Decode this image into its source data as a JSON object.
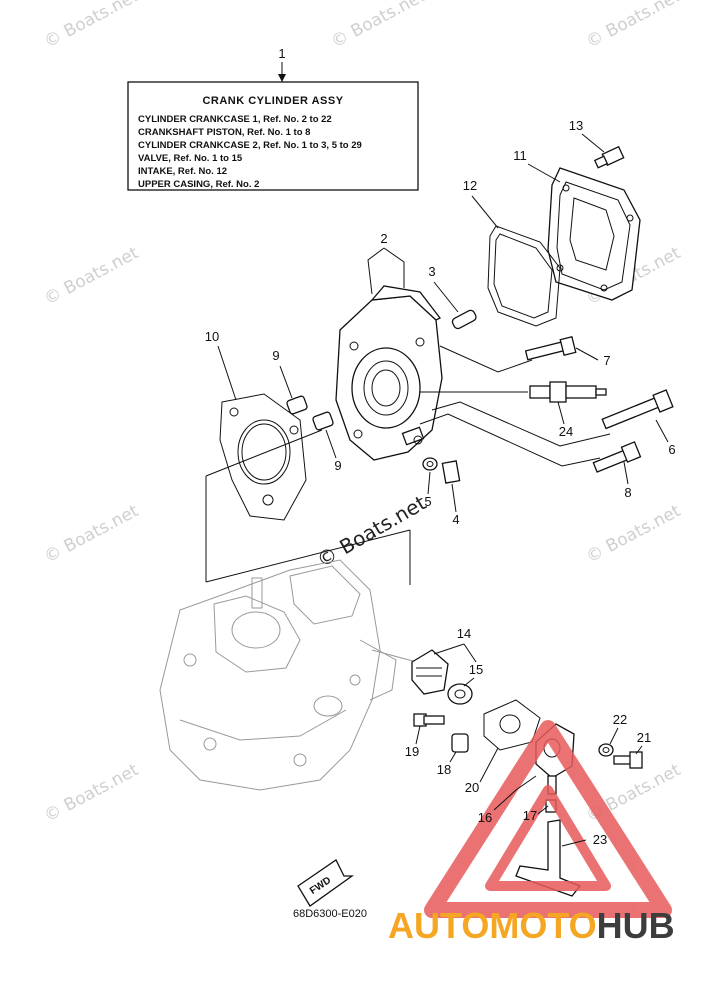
{
  "info_box": {
    "title": "CRANK CYLINDER ASSY",
    "lines": [
      "CYLINDER CRANKCASE 1, Ref. No. 2 to 22",
      "CRANKSHAFT PISTON,    Ref. No. 1 to 8",
      "CYLINDER CRANKCASE 2, Ref. No. 1 to 3, 5 to 29",
      "VALVE,  Ref. No. 1 to 15",
      "INTAKE, Ref. No. 12",
      "UPPER CASING, Ref. No. 2"
    ]
  },
  "callouts": [
    {
      "id": "c1",
      "label": "1"
    },
    {
      "id": "c2",
      "label": "2"
    },
    {
      "id": "c3",
      "label": "3"
    },
    {
      "id": "c4",
      "label": "4"
    },
    {
      "id": "c5",
      "label": "5"
    },
    {
      "id": "c6",
      "label": "6"
    },
    {
      "id": "c7",
      "label": "7"
    },
    {
      "id": "c8",
      "label": "8"
    },
    {
      "id": "c9a",
      "label": "9"
    },
    {
      "id": "c9b",
      "label": "9"
    },
    {
      "id": "c10",
      "label": "10"
    },
    {
      "id": "c11",
      "label": "11"
    },
    {
      "id": "c12",
      "label": "12"
    },
    {
      "id": "c13",
      "label": "13"
    },
    {
      "id": "c14",
      "label": "14"
    },
    {
      "id": "c15",
      "label": "15"
    },
    {
      "id": "c16",
      "label": "16"
    },
    {
      "id": "c17",
      "label": "17"
    },
    {
      "id": "c18",
      "label": "18"
    },
    {
      "id": "c19",
      "label": "19"
    },
    {
      "id": "c20",
      "label": "20"
    },
    {
      "id": "c21",
      "label": "21"
    },
    {
      "id": "c22",
      "label": "22"
    },
    {
      "id": "c23",
      "label": "23"
    },
    {
      "id": "c24",
      "label": "24"
    }
  ],
  "watermark": "© Boats.net",
  "fwd_label": "FWD",
  "diagram_code": "68D6300-E020",
  "brand": {
    "part1": "AUTOMOTO",
    "part2": "HUB",
    "color1": "#f5a623",
    "color2": "#3d3d3d",
    "triangle_color": "#e85a5a"
  }
}
